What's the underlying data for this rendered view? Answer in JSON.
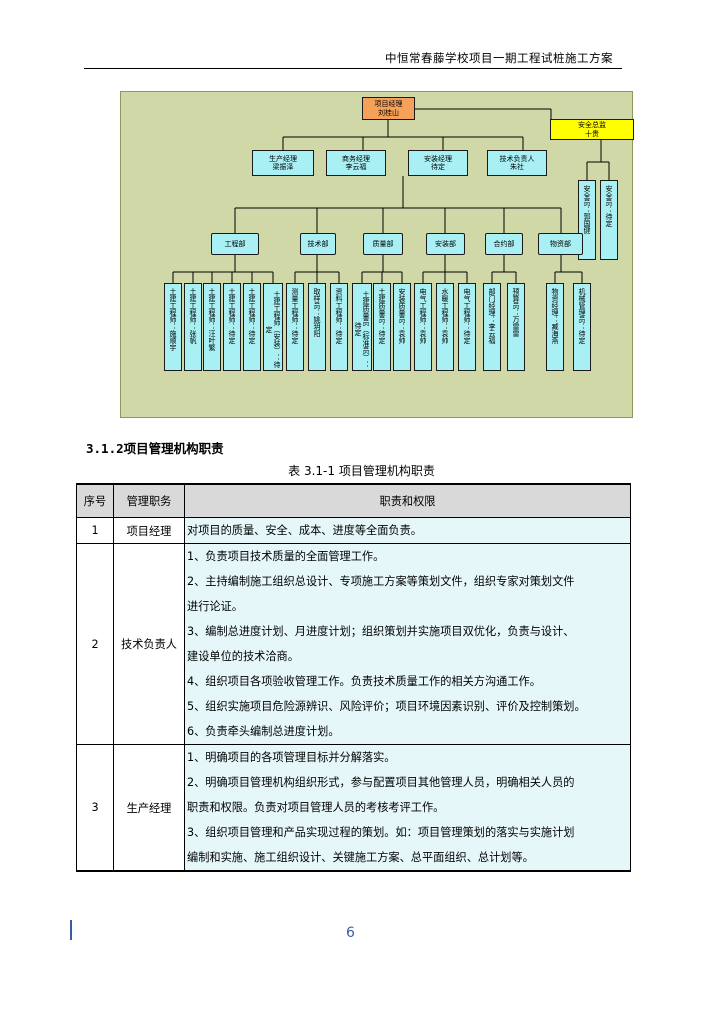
{
  "header": {
    "text": "中恒常春藤学校项目一期工程试桩施工方案"
  },
  "org_chart": {
    "pm": {
      "title": "项目经理",
      "name": "刘桂山"
    },
    "safety_director": {
      "title": "安全总监",
      "name": "十贵"
    },
    "safety_officers": [
      "安全员：郭国健",
      "安全员：待定"
    ],
    "managers": [
      {
        "title": "生产经理",
        "name": "梁振泽"
      },
      {
        "title": "商务经理",
        "name": "李云福"
      },
      {
        "title": "安装经理",
        "name": "待定"
      },
      {
        "title": "技术负责人",
        "name": "朱社"
      }
    ],
    "departments": [
      "工程部",
      "技术部",
      "质量部",
      "安装部",
      "合约部",
      "物资部"
    ],
    "staff": [
      "土建工程师：施顺宇",
      "土建工程师：张帆",
      "土建工程师：汪叶繁",
      "土建工程师：待定",
      "土建工程师：待定",
      "土建工程师（安装）：待定",
      "测量工程师：待定",
      "取样员：姚玥阳",
      "资料工程师：待定",
      "土建质量员（标准员）：待定",
      "土建质量员：待定",
      "安装质量员：袁帅",
      "电气工程师：袁帅",
      "水暖工程师：袁帅",
      "电气工程师：待定",
      "部门经理：李云福",
      "预算员：万雷雷",
      "物资经理：臧海燕",
      "机械管理员：待定"
    ]
  },
  "section": {
    "heading": "3.1.2项目管理机构职责",
    "table_title": "表 3.1-1  项目管理机构职责"
  },
  "table": {
    "headers": [
      "序号",
      "管理职务",
      "职责和权限"
    ],
    "rows": [
      {
        "no": "1",
        "role": "项目经理",
        "lines": [
          "对项目的质量、安全、成本、进度等全面负责。"
        ]
      },
      {
        "no": "2",
        "role": "技术负责人",
        "lines": [
          "1、负责项目技术质量的全面管理工作。",
          "2、主持编制施工组织总设计、专项施工方案等策划文件，组织专家对策划文件",
          "进行论证。",
          "3、编制总进度计划、月进度计划；组织策划并实施项目双优化，负责与设计、",
          "建设单位的技术洽商。",
          "4、组织项目各项验收管理工作。负责技术质量工作的相关方沟通工作。",
          "5、组织实施项目危险源辨识、风险评价；项目环境因素识别、评价及控制策划。",
          "6、负责牵头编制总进度计划。"
        ]
      },
      {
        "no": "3",
        "role": "生产经理",
        "lines": [
          "1、明确项目的各项管理目标并分解落实。",
          "2、明确项目管理机构组织形式，参与配置项目其他管理人员，明确相关人员的",
          "职责和权限。负责对项目管理人员的考核考评工作。",
          "3、组织项目管理和产品实现过程的策划。如：项目管理策划的落实与实施计划",
          "编制和实施、施工组织设计、关键施工方案、总平面组织、总计划等。"
        ]
      }
    ]
  },
  "footer": {
    "page_number": "6"
  }
}
